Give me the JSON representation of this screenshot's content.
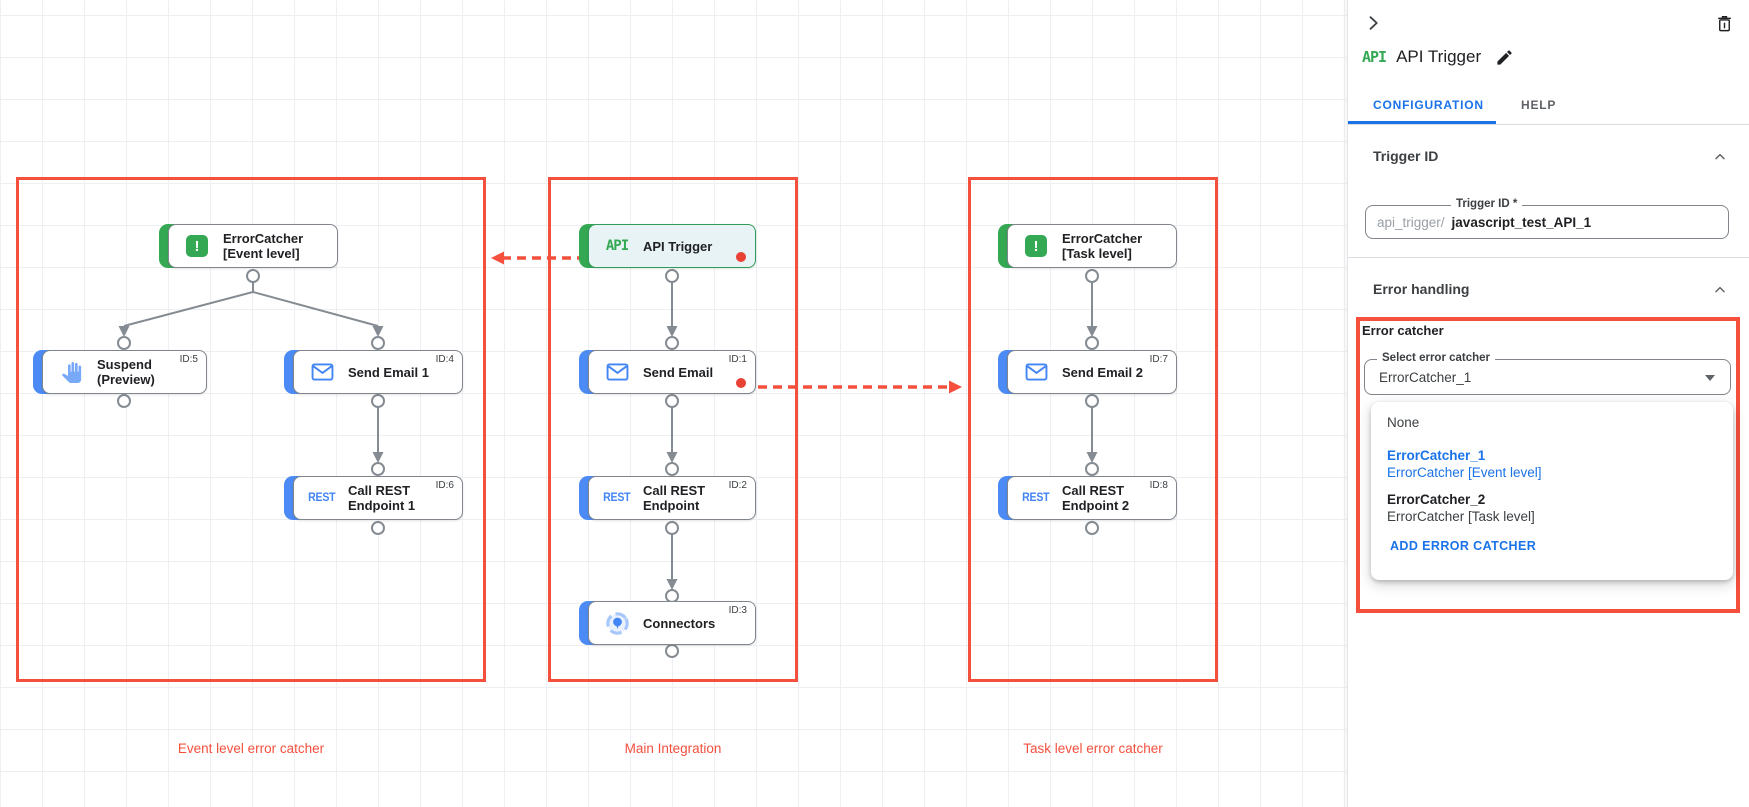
{
  "colors": {
    "accent_red": "#f4503d",
    "link_blue": "#1a73e8",
    "node_green": "#34a853",
    "node_blue": "#4c8bf5",
    "error_dot_red": "#e94235"
  },
  "canvas": {
    "group_labels": [
      "Event level error catcher",
      "Main Integration",
      "Task level error catcher"
    ],
    "nodes": {
      "ec_event": {
        "line1": "ErrorCatcher",
        "line2": "[Event level]"
      },
      "suspend": {
        "line1": "Suspend",
        "line2": "(Preview)",
        "badge": "ID:5"
      },
      "send_email_1": {
        "line1": "Send Email 1",
        "badge": "ID:4"
      },
      "call_rest_1": {
        "line1": "Call REST",
        "line2": "Endpoint 1",
        "badge": "ID:6",
        "icon_text": "REST"
      },
      "api_trigger": {
        "line1": "API Trigger",
        "icon_text": "API"
      },
      "send_email": {
        "line1": "Send Email",
        "badge": "ID:1"
      },
      "call_rest": {
        "line1": "Call REST",
        "line2": "Endpoint",
        "badge": "ID:2",
        "icon_text": "REST"
      },
      "connectors": {
        "line1": "Connectors",
        "badge": "ID:3"
      },
      "ec_task": {
        "line1": "ErrorCatcher",
        "line2": "[Task level]"
      },
      "send_email_2": {
        "line1": "Send Email 2",
        "badge": "ID:7"
      },
      "call_rest_2": {
        "line1": "Call REST",
        "line2": "Endpoint 2",
        "badge": "ID:8",
        "icon_text": "REST"
      }
    }
  },
  "panel": {
    "header": {
      "icon_text": "API",
      "title": "API Trigger"
    },
    "tabs": {
      "configuration": "CONFIGURATION",
      "help": "HELP"
    },
    "trigger_section": {
      "title": "Trigger ID",
      "field_label": "Trigger ID *",
      "prefix": "api_trigger/",
      "value": "javascript_test_API_1"
    },
    "error_section": {
      "title": "Error handling",
      "group_label": "Error catcher",
      "select_label": "Select error catcher",
      "select_value": "ErrorCatcher_1",
      "dropdown": {
        "none_label": "None",
        "items": [
          {
            "name": "ErrorCatcher_1",
            "desc": "ErrorCatcher [Event level]"
          },
          {
            "name": "ErrorCatcher_2",
            "desc": "ErrorCatcher [Task level]"
          }
        ],
        "add_label": "ADD ERROR CATCHER"
      }
    }
  }
}
